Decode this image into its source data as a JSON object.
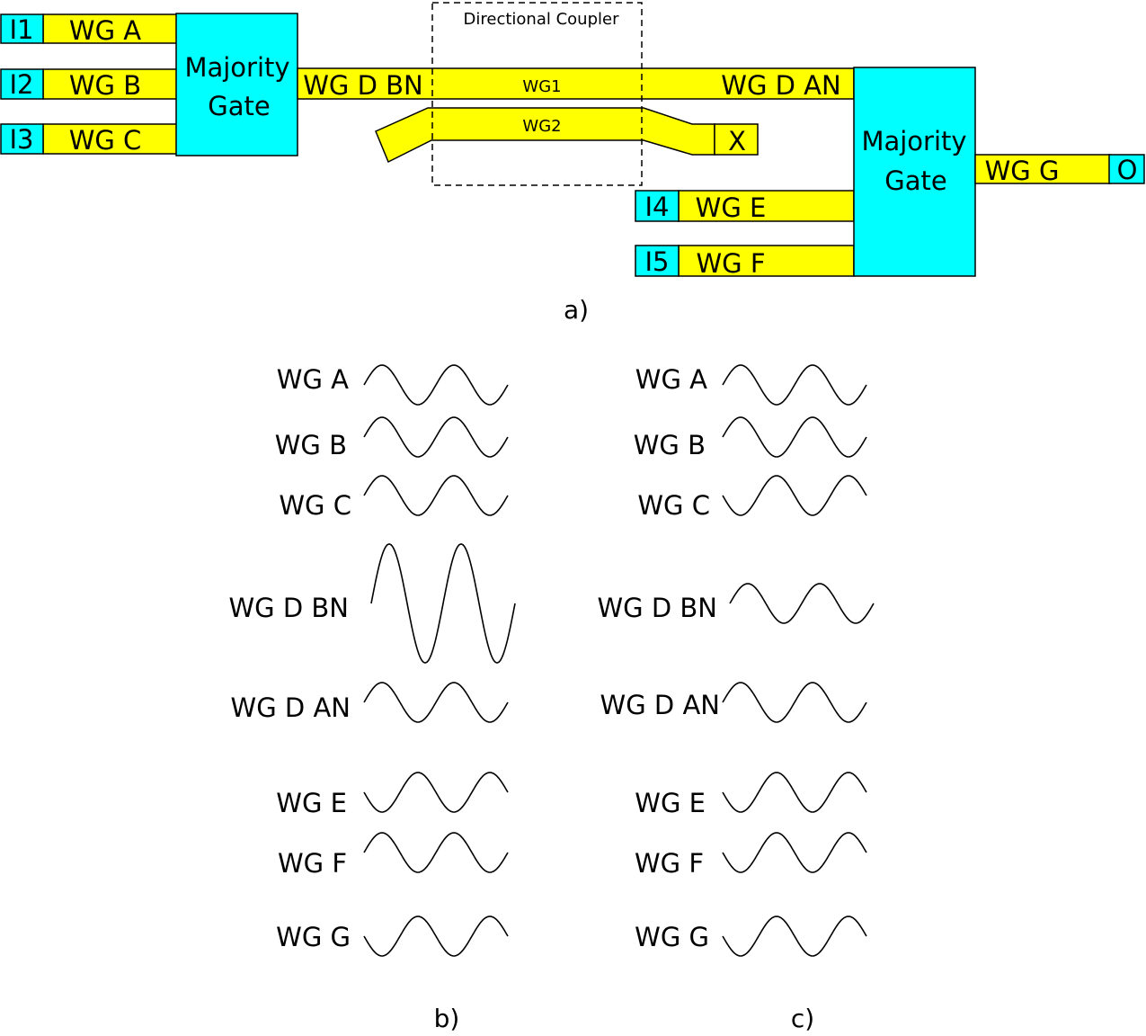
{
  "colors": {
    "waveguide": "#ffff00",
    "gate_and_port": "#00ffff"
  },
  "coupler": {
    "title": "Directional Coupler",
    "wg1": "WG1",
    "wg2": "WG2"
  },
  "ports": {
    "i1": "I1",
    "i2": "I2",
    "i3": "I3",
    "i4": "I4",
    "i5": "I5",
    "x": "X",
    "o": "O"
  },
  "waveguides": {
    "a": "WG A",
    "b": "WG B",
    "c": "WG C",
    "d_bn": "WG D BN",
    "d_an": "WG D AN",
    "e": "WG E",
    "f": "WG F",
    "g": "WG G"
  },
  "gate1": {
    "line1": "Majority",
    "line2": "Gate"
  },
  "gate2": {
    "line1": "Majority",
    "line2": "Gate"
  },
  "captions": {
    "a": "a)",
    "b": "b)",
    "c": "c)"
  },
  "panel_b": {
    "waves": [
      {
        "label": "WG A",
        "amplitude": 1,
        "phase": 0
      },
      {
        "label": "WG B",
        "amplitude": 1,
        "phase": 0
      },
      {
        "label": "WG C",
        "amplitude": 1,
        "phase": 0
      },
      {
        "label": "WG D BN",
        "amplitude": 3,
        "phase": 0
      },
      {
        "label": "WG D AN",
        "amplitude": 1,
        "phase": 0
      },
      {
        "label": "WG E",
        "amplitude": 1,
        "phase": 180
      },
      {
        "label": "WG F",
        "amplitude": 1,
        "phase": 0
      },
      {
        "label": "WG G",
        "amplitude": 1,
        "phase": 180
      }
    ]
  },
  "panel_c": {
    "waves": [
      {
        "label": "WG A",
        "amplitude": 1,
        "phase": 0
      },
      {
        "label": "WG B",
        "amplitude": 1,
        "phase": 0
      },
      {
        "label": "WG C",
        "amplitude": 1,
        "phase": 180
      },
      {
        "label": "WG D BN",
        "amplitude": 1,
        "phase": 0
      },
      {
        "label": "WG D AN",
        "amplitude": 1,
        "phase": 0
      },
      {
        "label": "WG E",
        "amplitude": 1,
        "phase": 180
      },
      {
        "label": "WG F",
        "amplitude": 1,
        "phase": 180
      },
      {
        "label": "WG G",
        "amplitude": 1,
        "phase": 180
      }
    ]
  }
}
